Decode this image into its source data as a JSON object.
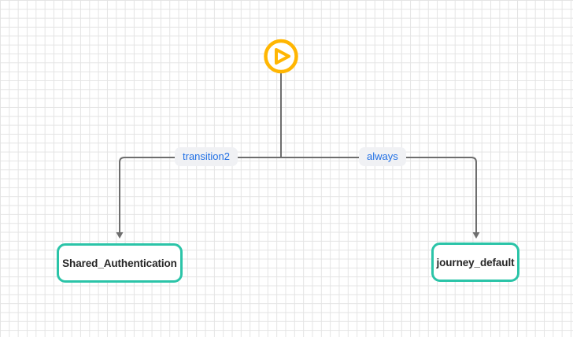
{
  "colors": {
    "amber": "#FFB602",
    "teal": "#2BC4A8",
    "edge": "#6E6E6E",
    "label_text": "#1F6FE5",
    "label_bg": "#F0F1F4",
    "grid": "#E4E4E4",
    "node_text": "#262626",
    "node_bg": "#FFFFFF"
  },
  "start_node": {
    "icon": "play-icon"
  },
  "edges": [
    {
      "label": "transition2"
    },
    {
      "label": "always"
    }
  ],
  "nodes": [
    {
      "label": "Shared_Authentication"
    },
    {
      "label": "journey_default"
    }
  ]
}
